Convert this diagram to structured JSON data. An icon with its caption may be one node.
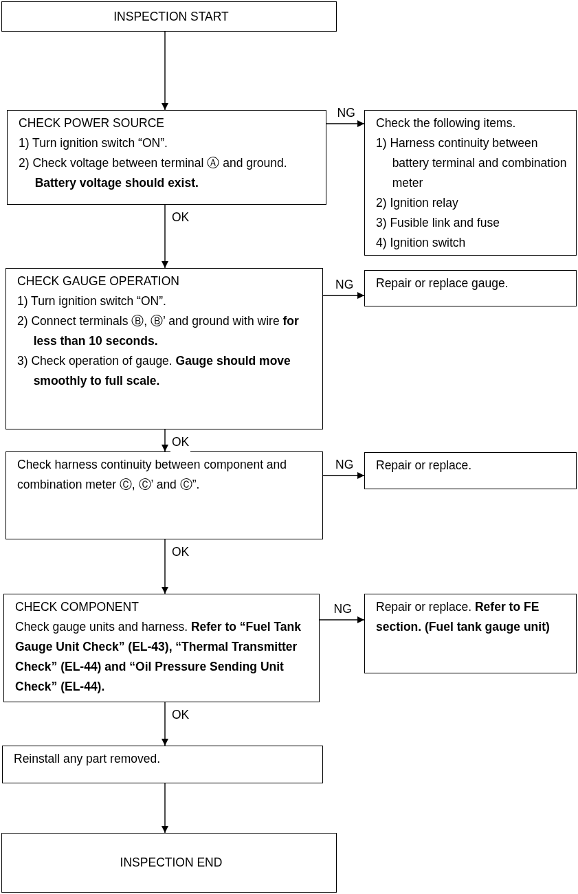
{
  "diagram": {
    "nodes": [
      {
        "text": [
          "INSPECTION START"
        ]
      },
      {
        "text": [
          "CHECK POWER SOURCE",
          "1) Turn ignition switch “ON”.",
          "2) Check voltage between terminal Ⓐ and ground. **Battery voltage should exist.**"
        ]
      },
      {
        "text": [
          "Check the following items.",
          "1) Harness continuity between battery terminal and combination meter",
          "2) Ignition relay",
          "3) Fusible link and fuse",
          "4) Ignition switch"
        ]
      },
      {
        "text": [
          "CHECK GAUGE OPERATION",
          "1) Turn ignition switch “ON”.",
          "2) Connect terminals Ⓑ, Ⓑ’ and ground with wire **for less than 10 seconds.**",
          "3) Check operation of gauge. **Gauge should move smoothly to full scale.**"
        ]
      },
      {
        "text": [
          "Repair or replace gauge."
        ]
      },
      {
        "text": [
          "Check harness continuity between component and combination meter Ⓒ, Ⓒ’ and Ⓒ”."
        ]
      },
      {
        "text": [
          "Repair or replace."
        ]
      },
      {
        "text": [
          "CHECK COMPONENT",
          "Check gauge units and harness. **Refer to “Fuel Tank Gauge Unit Check” (EL-43), “Thermal Transmitter Check” (EL-44) and “Oil Pressure Sending Unit Check” (EL-44).**"
        ]
      },
      {
        "text": [
          "Repair or replace. **Refer to FE section. (Fuel tank gauge unit)**"
        ]
      },
      {
        "text": [
          "Reinstall any part removed."
        ]
      },
      {
        "text": [
          "INSPECTION END"
        ]
      }
    ],
    "edges": [
      {
        "from": 0,
        "to": 1,
        "arrow": "to"
      },
      {
        "from": 1,
        "to": 2,
        "arrow": "to",
        "label": "NG"
      },
      {
        "from": 1,
        "to": 3,
        "arrow": "to",
        "label": "OK"
      },
      {
        "from": 3,
        "to": 4,
        "arrow": "to",
        "label": "NG"
      },
      {
        "from": 3,
        "to": 5,
        "arrow": "to",
        "label": "OK"
      },
      {
        "from": 5,
        "to": 6,
        "arrow": "to",
        "label": "NG"
      },
      {
        "from": 5,
        "to": 7,
        "arrow": "to",
        "label": "OK"
      },
      {
        "from": 7,
        "to": 8,
        "arrow": "to",
        "label": "NG"
      },
      {
        "from": 7,
        "to": 9,
        "arrow": "to",
        "label": "OK"
      },
      {
        "from": 9,
        "to": 10,
        "arrow": "to"
      }
    ]
  }
}
